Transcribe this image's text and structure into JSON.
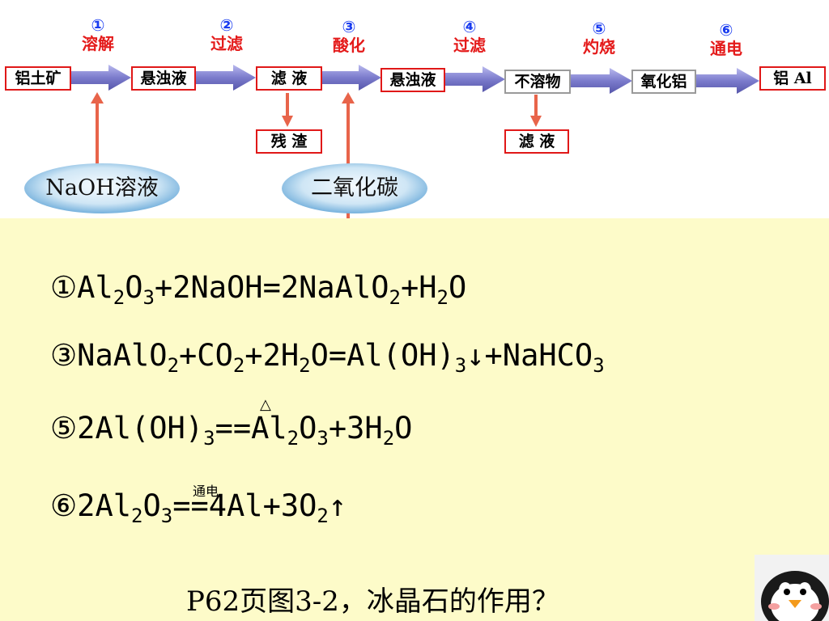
{
  "flow": {
    "boxes": [
      "铝土矿",
      "悬浊液",
      "滤  液",
      "残  渣",
      "悬浊液",
      "不溶物",
      "滤  液",
      "氧化铝",
      "铝   Al"
    ],
    "steps": [
      {
        "num": "①",
        "name": "溶解"
      },
      {
        "num": "②",
        "name": "过滤"
      },
      {
        "num": "③",
        "name": "酸化"
      },
      {
        "num": "④",
        "name": "过滤"
      },
      {
        "num": "⑤",
        "name": "灼烧"
      },
      {
        "num": "⑥",
        "name": "通电"
      }
    ],
    "reagents": [
      "NaOH溶液",
      "二氧化碳"
    ]
  },
  "equations": {
    "eq1": {
      "p1": "①Al",
      "s1": "2",
      "p2": "O",
      "s2": "3",
      "p3": "+2NaOH=2NaAlO",
      "s3": "2",
      "p4": "+H",
      "s4": "2",
      "p5": "O"
    },
    "eq3": {
      "p1": "③NaAlO",
      "s1": "2",
      "p2": "+CO",
      "s2": "2",
      "p3": "+2H",
      "s3": "2",
      "p4": "O=Al(OH)",
      "s4": "3",
      "p5": "↓+NaHCO",
      "s5": "3"
    },
    "eq5": {
      "p1": "⑤2Al(OH)",
      "s1": "3",
      "p2": "==Al",
      "s2": "2",
      "p3": "O",
      "s3": "3",
      "p4": "+3H",
      "s4": "2",
      "p5": "O",
      "cond": "△"
    },
    "eq6": {
      "p1": "⑥2Al",
      "s1": "2",
      "p2": "O",
      "s2": "3",
      "p3": "==4Al+3O",
      "s3": "2",
      "p4": "↑",
      "cond": "通电"
    }
  },
  "question": "P62页图3-2，冰晶石的作用？",
  "colors": {
    "background": "#fdfbc9",
    "box_border": "#e01818",
    "arrow": "#7f7fd0",
    "step_num": "#1a3cf0",
    "step_name": "#e41a1a"
  },
  "icons": [
    "right-arrow-icon",
    "down-arrow-icon",
    "up-arrow-icon",
    "penguin-icon"
  ]
}
